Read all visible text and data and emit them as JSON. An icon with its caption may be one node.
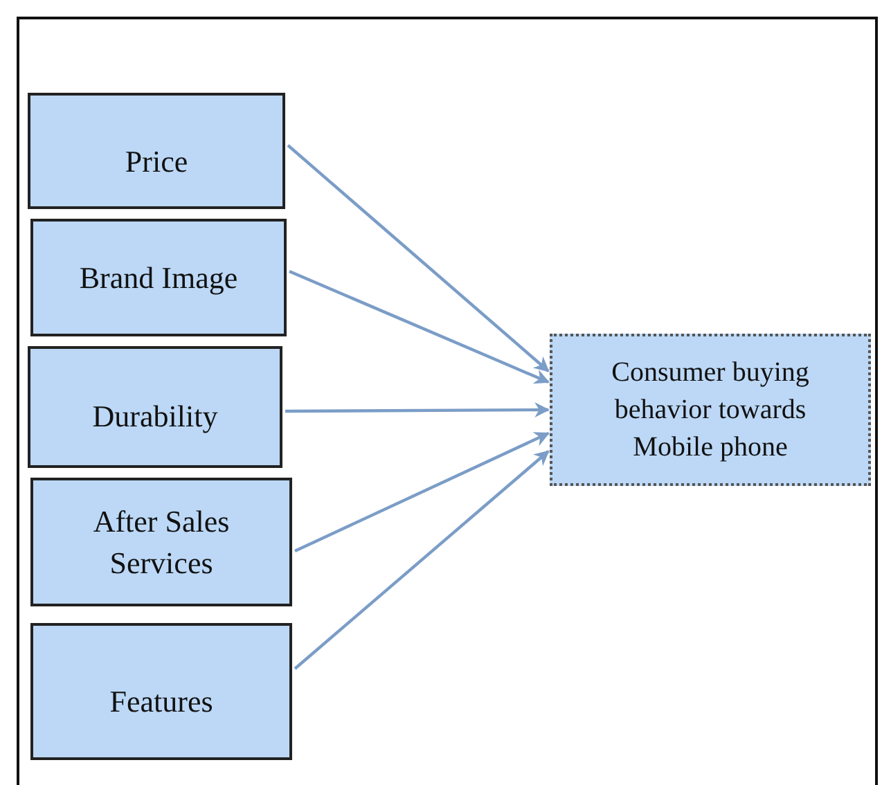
{
  "diagram": {
    "nodes": [
      {
        "text": [
          "Price"
        ]
      },
      {
        "text": [
          "Brand Image"
        ]
      },
      {
        "text": [
          "Durability"
        ]
      },
      {
        "text": [
          "After Sales Services"
        ]
      },
      {
        "text": [
          "Features"
        ]
      },
      {
        "text": [
          "Consumer buying behavior towards Mobile phone"
        ]
      }
    ],
    "edges": [
      {
        "from": 0,
        "to": 5,
        "arrow": "to"
      },
      {
        "from": 1,
        "to": 5,
        "arrow": "to"
      },
      {
        "from": 2,
        "to": 5,
        "arrow": "to"
      },
      {
        "from": 3,
        "to": 5,
        "arrow": "to"
      },
      {
        "from": 4,
        "to": 5,
        "arrow": "to"
      }
    ]
  }
}
